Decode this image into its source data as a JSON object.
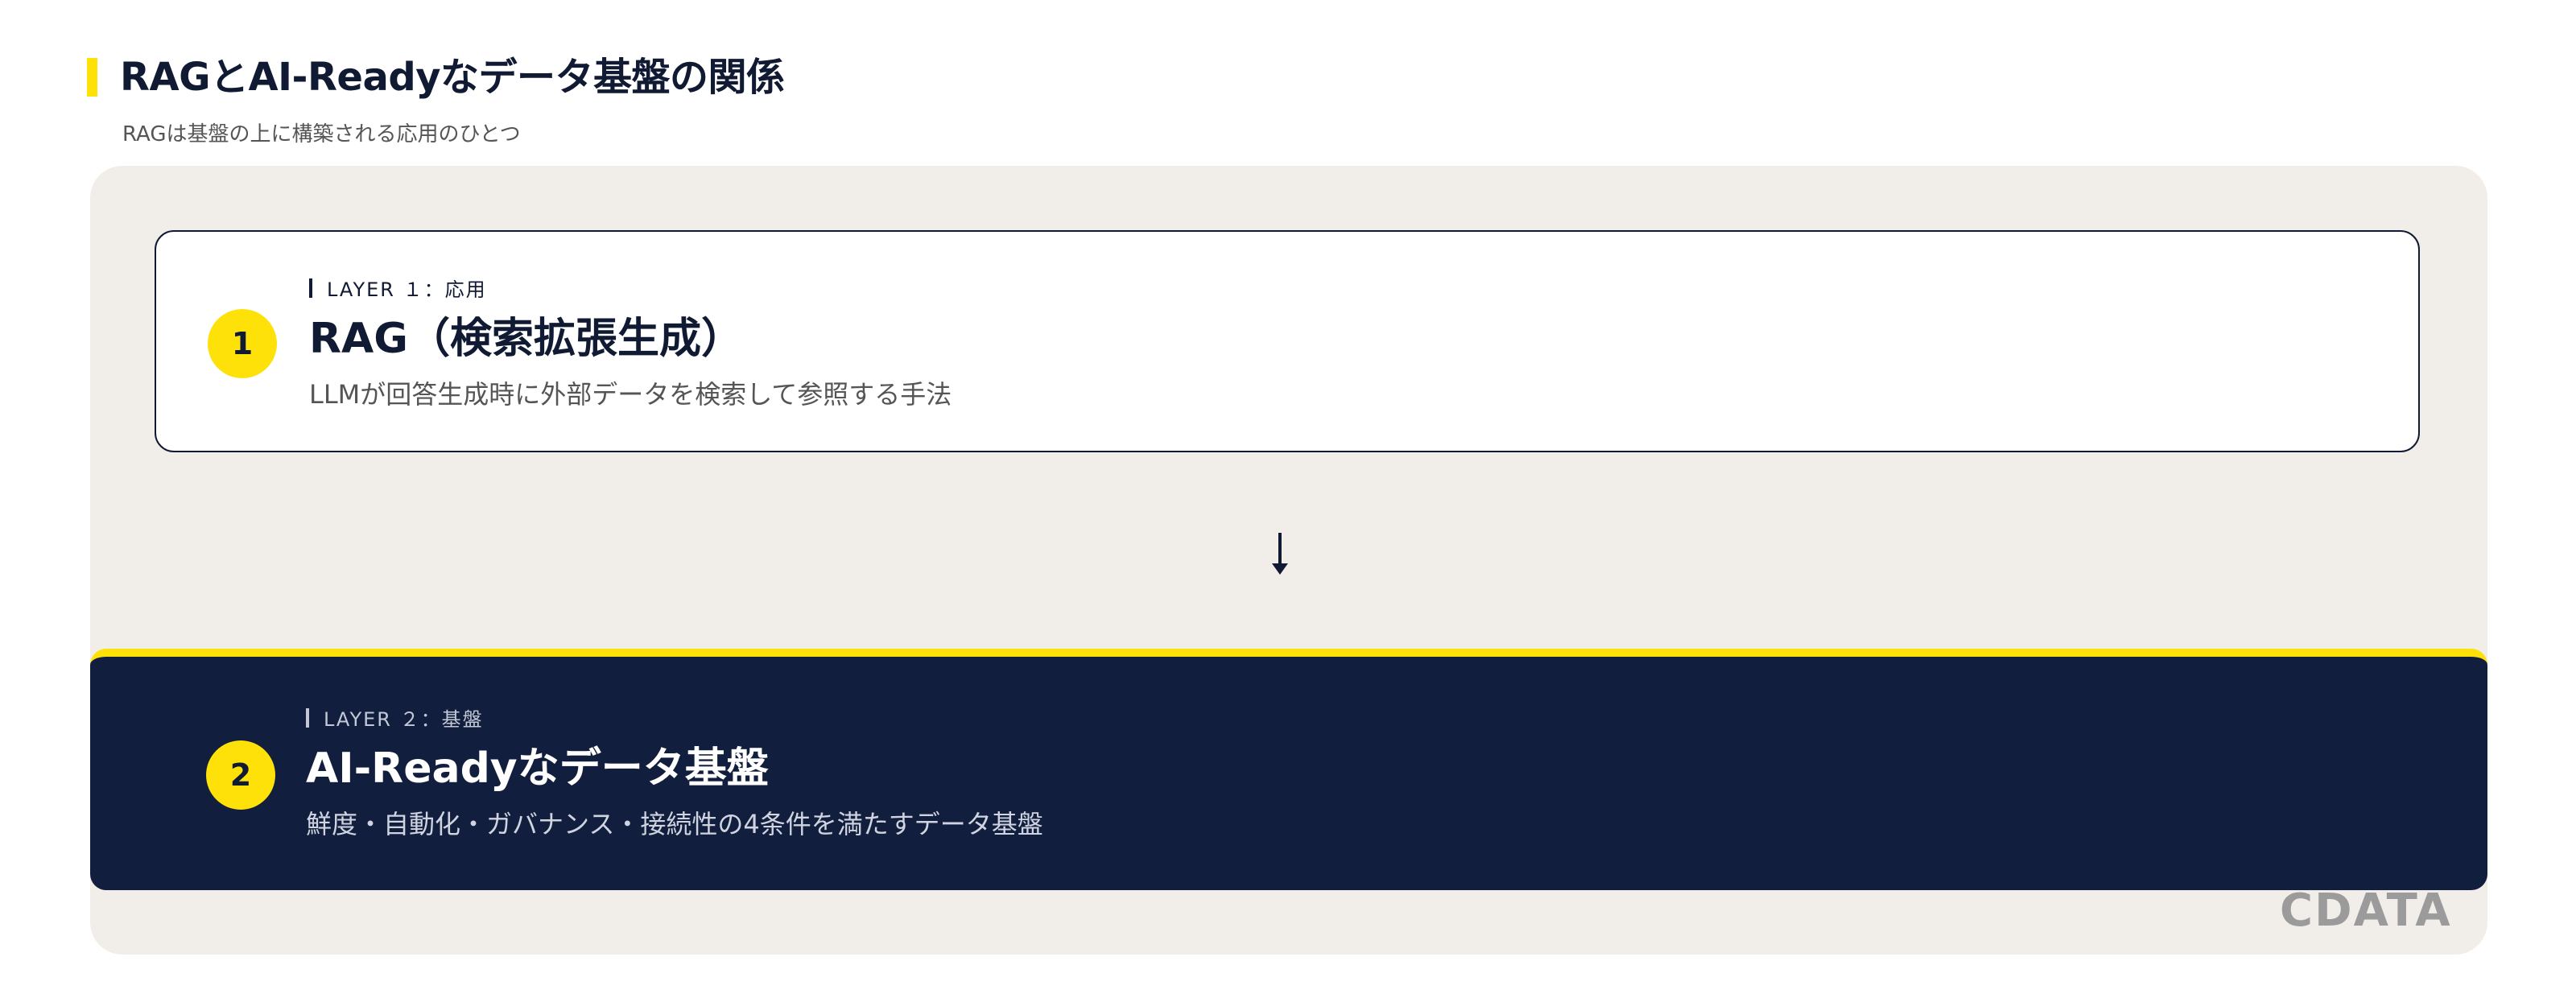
{
  "header": {
    "title": "RAGとAI-Readyなデータ基盤の関係",
    "subtitle": "RAGは基盤の上に構築される応用のひとつ"
  },
  "layers": [
    {
      "number": "1",
      "label": "LAYER １：応用",
      "title": "RAG（検索拡張生成）",
      "description": "LLMが回答生成時に外部データを検索して参照する手法"
    },
    {
      "number": "2",
      "label": "LAYER ２：基盤",
      "title": "AI-Readyなデータ基盤",
      "description": "鮮度・自動化・ガバナンス・接続性の4条件を満たすデータ基盤"
    }
  ],
  "logo": "CDATA",
  "colors": {
    "accent": "#FFE10A",
    "navy": "#121E3D",
    "panel": "#F1EEE9"
  }
}
